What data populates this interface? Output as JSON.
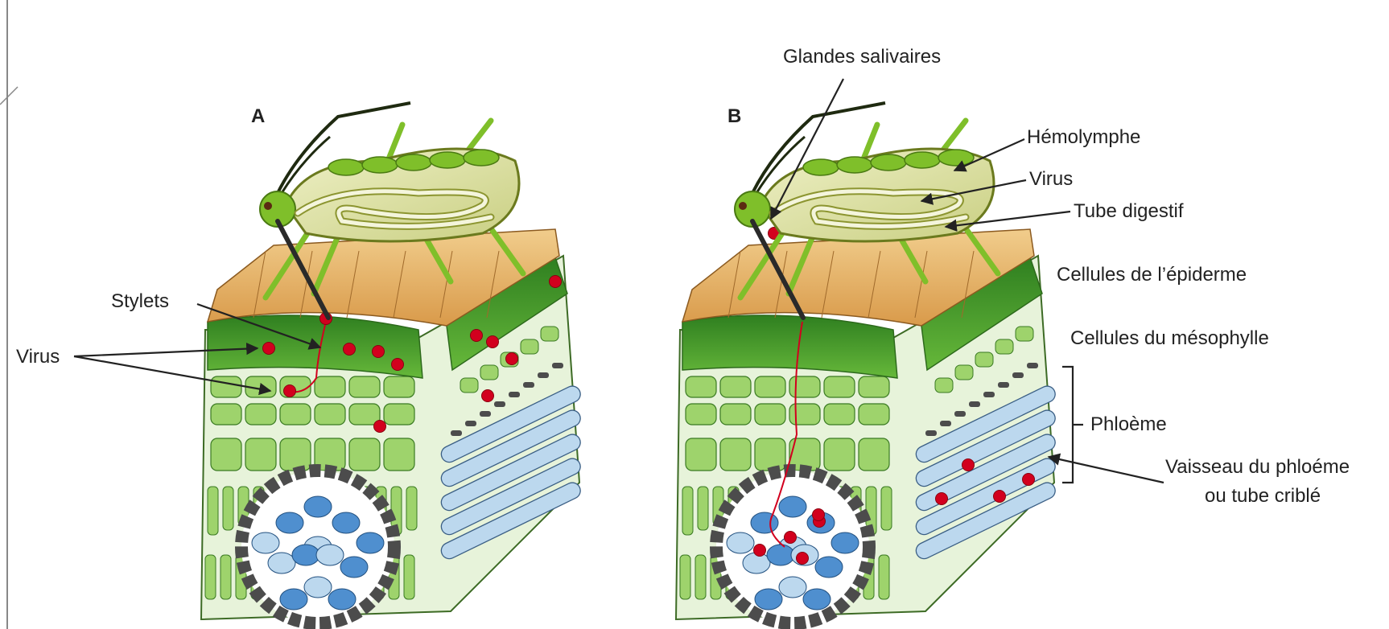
{
  "panel_a": {
    "letter": "A",
    "labels": {
      "stylets": "Stylets",
      "virus": "Virus"
    }
  },
  "panel_b": {
    "letter": "B",
    "labels": {
      "glandes": "Glandes salivaires",
      "hemolymphe": "Hémolymphe",
      "virus": "Virus",
      "tube_digestif": "Tube digestif",
      "epiderme": "Cellules de l’épiderme",
      "mesophylle": "Cellules du mésophylle",
      "phloeme": "Phloème",
      "vaisseau_line1": "Vaisseau du phloéme",
      "vaisseau_line2": "ou tube criblé"
    }
  },
  "colors": {
    "virus": "#d2001e",
    "leaf_green": "#4ea72e",
    "light_green": "#9ed36c",
    "aphid_body": "#e3e6b0",
    "aphid_green": "#7fbf2a",
    "cuticle": "#e2ab60",
    "phloem_blue": "#bcd8ee",
    "vessel_blue": "#4f8fcf",
    "sheath_grey": "#4c4c4c"
  }
}
